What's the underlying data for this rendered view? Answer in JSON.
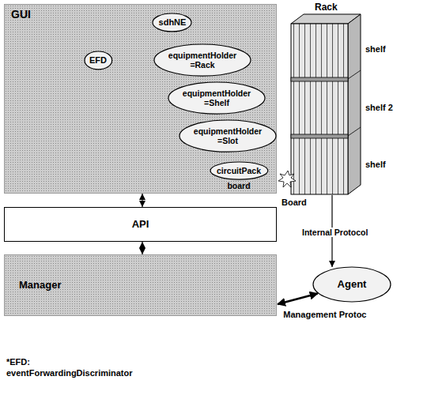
{
  "diagram": {
    "nodes": [
      {
        "text": [
          "GUI"
        ]
      },
      {
        "text": [
          "sdhNE"
        ],
        "in": 0
      },
      {
        "text": [
          "EFD"
        ],
        "in": 0
      },
      {
        "text": [
          "equipmentHolder =Rack"
        ],
        "in": 0
      },
      {
        "text": [
          "equipmentHolder =Shelf"
        ],
        "in": 0
      },
      {
        "text": [
          "equipmentHolder =Slot"
        ],
        "in": 0
      },
      {
        "text": [
          "circuitPack",
          "board"
        ],
        "in": 0
      },
      {
        "text": [
          "API"
        ]
      },
      {
        "text": [
          "Manager"
        ]
      },
      {
        "text": [
          "Agent"
        ]
      }
    ],
    "edges": [
      {
        "from": 1,
        "to": 2,
        "arrow": "none"
      },
      {
        "from": 1,
        "to": 3,
        "arrow": "none"
      },
      {
        "from": 3,
        "to": 4,
        "arrow": "none"
      },
      {
        "from": 4,
        "to": 5,
        "arrow": "none"
      },
      {
        "from": 5,
        "to": 6,
        "arrow": "none"
      },
      {
        "from": 0,
        "to": 7,
        "arrow": "both"
      },
      {
        "from": 7,
        "to": 8,
        "arrow": "both"
      },
      {
        "from": 9,
        "to": 8,
        "label": "Management Protoc",
        "arrow": "both"
      }
    ],
    "labels": [
      "Rack",
      "shelf",
      "shelf 2",
      "shelf",
      "Board",
      "Internal Protocol",
      "*EFD:",
      "eventForwardingDiscriminator"
    ]
  }
}
